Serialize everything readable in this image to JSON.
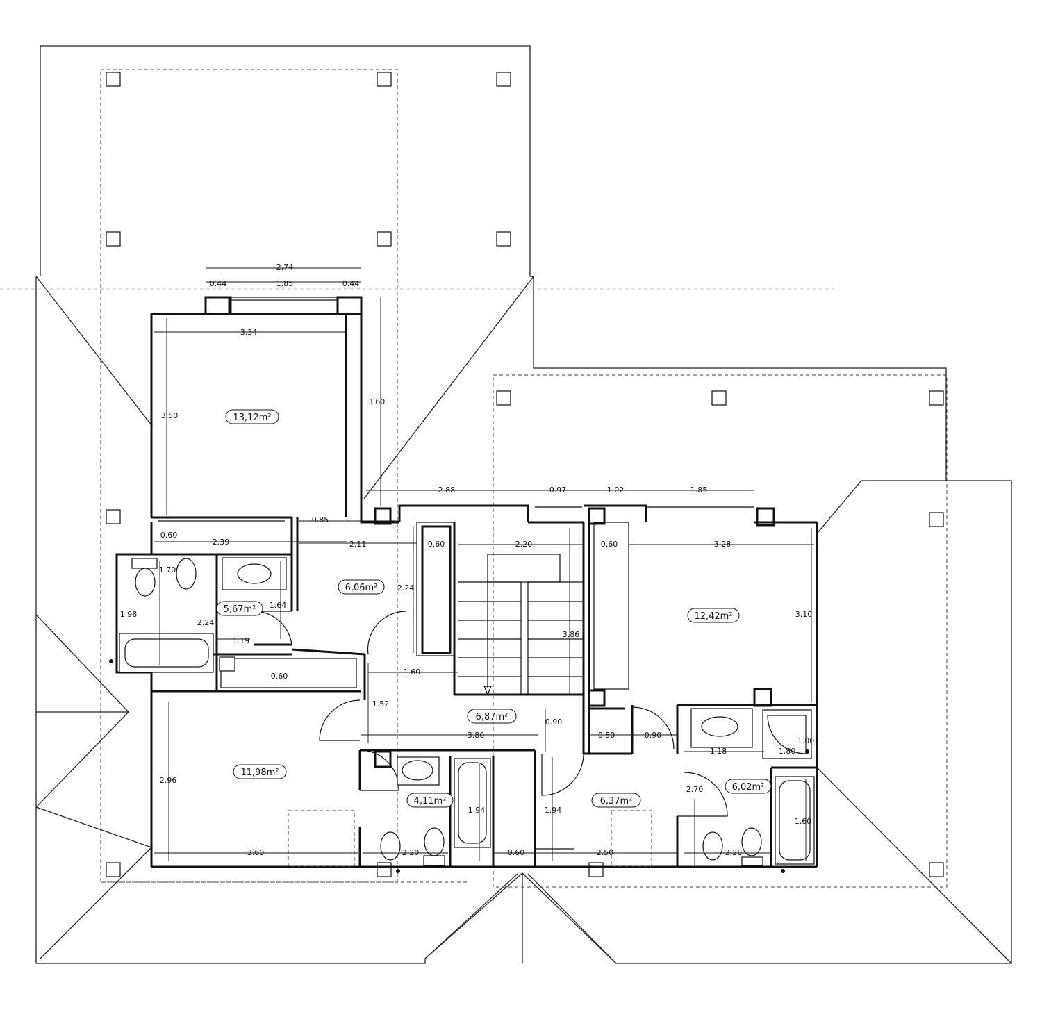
{
  "areas": {
    "bedroom_top": "13,12m²",
    "bath_left": "5,67m²",
    "hall_upper": "6,06m²",
    "bedroom_right": "12,42m²",
    "landing": "6,87m²",
    "bedroom_bottom": "11,98m²",
    "bath_center": "4,11m²",
    "hall_lower": "6,37m²",
    "bath_right": "6,02m²"
  },
  "dimensions": [
    "2.74",
    "0.44",
    "1.85",
    "0.44",
    "3.34",
    "3.50",
    "3.60",
    "2.88",
    "0.97",
    "1.02",
    "1.85",
    "0.60",
    "2.39",
    "0.85",
    "2.11",
    "0.60",
    "2.20",
    "0.60",
    "3.28",
    "1.70",
    "1.98",
    "2.24",
    "1.19",
    "1.64",
    "2.24",
    "3.86",
    "3.10",
    "0.60",
    "1.60",
    "1.52",
    "3.80",
    "0.90",
    "0.50",
    "0.90",
    "1.18",
    "1.80",
    "1.00",
    "2.96",
    "1.94",
    "1.94",
    "2.70",
    "1.60",
    "3.60",
    "2.20",
    "0.60",
    "2.50",
    "2.28"
  ]
}
